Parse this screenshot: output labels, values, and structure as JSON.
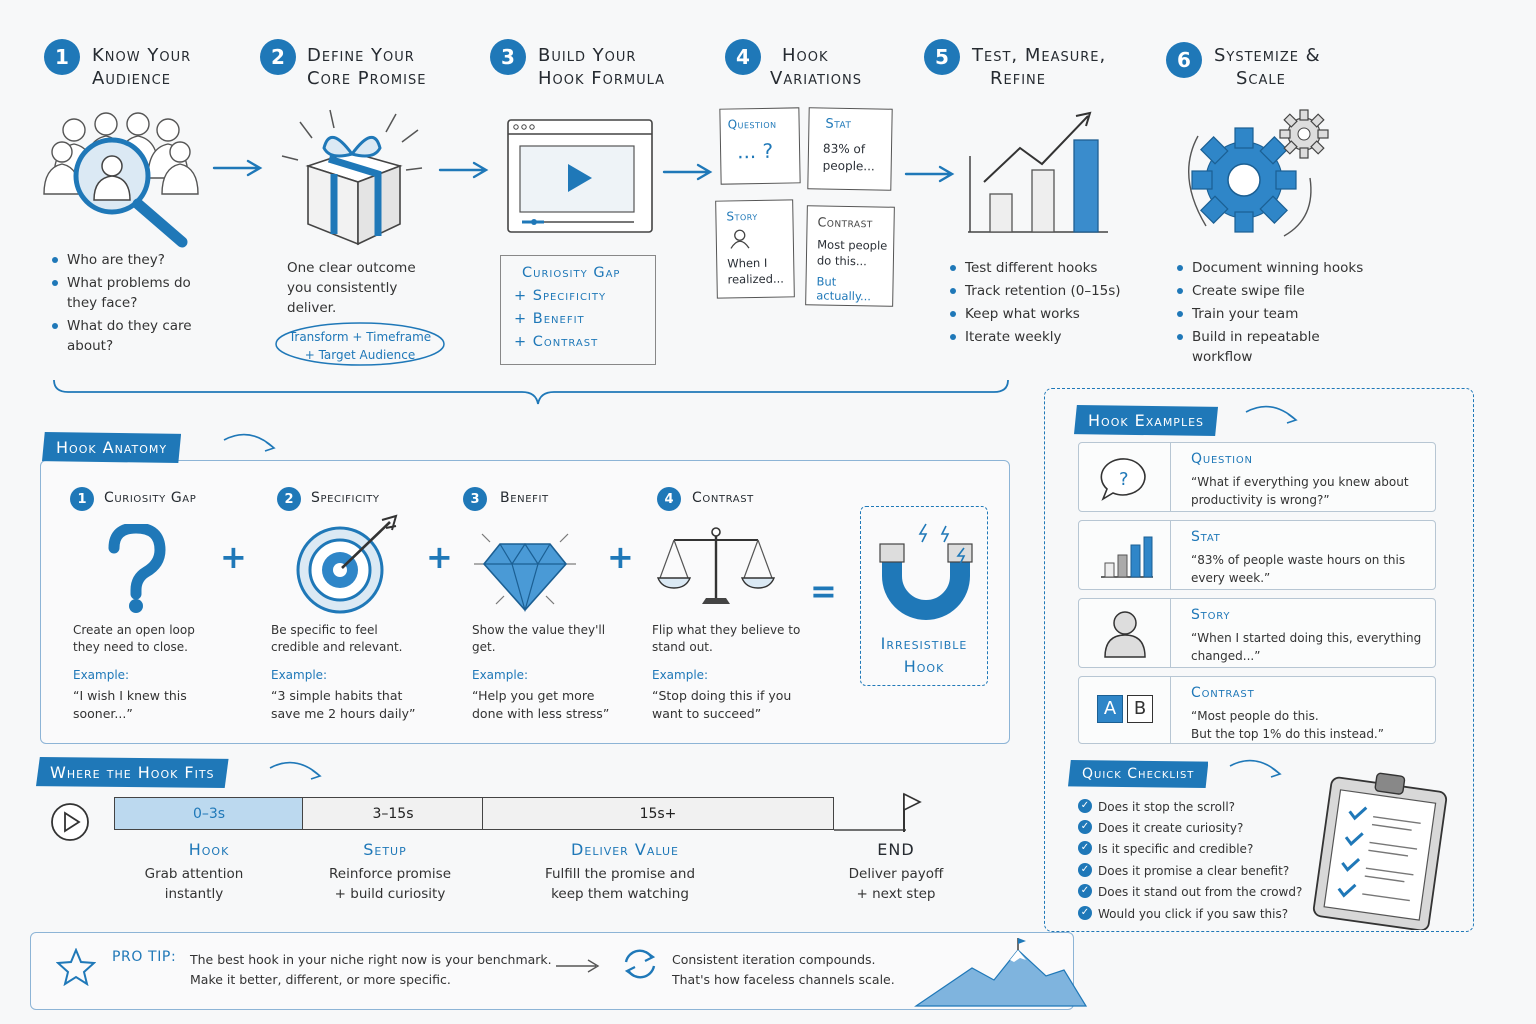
{
  "steps": [
    {
      "num": "1",
      "title_l1": "Know Your",
      "title_l2": "Audience",
      "bullets": [
        "Who are they?",
        "What problems do they face?",
        "What do they care about?"
      ]
    },
    {
      "num": "2",
      "title_l1": "Define Your",
      "title_l2": "Core Promise",
      "text": "One clear outcome you consistently deliver.",
      "formula_l1": "Transform + Timeframe",
      "formula_l2": "+ Target Audience"
    },
    {
      "num": "3",
      "title_l1": "Build Your",
      "title_l2": "Hook Formula",
      "formula": [
        "Curiosity Gap",
        "+ Specificity",
        "+ Benefit",
        "+ Contrast"
      ]
    },
    {
      "num": "4",
      "title_l1": "Hook",
      "title_l2": "Variations",
      "notes": [
        {
          "label": "Question",
          "text": "... ?"
        },
        {
          "label": "Stat",
          "text": "83% of people..."
        },
        {
          "label": "Story",
          "text": "When I realized..."
        },
        {
          "label": "Contrast",
          "text": "Most people do this...",
          "text2": "But actually..."
        }
      ]
    },
    {
      "num": "5",
      "title_l1": "Test, Measure,",
      "title_l2": "Refine",
      "bullets": [
        "Test different hooks",
        "Track retention (0–15s)",
        "Keep what works",
        "Iterate weekly"
      ]
    },
    {
      "num": "6",
      "title_l1": "Systemize &",
      "title_l2": "Scale",
      "bullets": [
        "Document winning hooks",
        "Create swipe file",
        "Train your team",
        "Build in repeatable workflow"
      ]
    }
  ],
  "anatomy": {
    "banner": "Hook Anatomy",
    "parts": [
      {
        "num": "1",
        "title": "Curiosity Gap",
        "text": "Create an open loop they need to close.",
        "example_label": "Example:",
        "example": "“I wish I knew this sooner...”"
      },
      {
        "num": "2",
        "title": "Specificity",
        "text": "Be specific to feel credible and relevant.",
        "example_label": "Example:",
        "example": "“3 simple habits that save me 2 hours daily”"
      },
      {
        "num": "3",
        "title": "Benefit",
        "text": "Show the value they'll get.",
        "example_label": "Example:",
        "example": "“Help you get more done with less stress”"
      },
      {
        "num": "4",
        "title": "Contrast",
        "text": "Flip what they believe to stand out.",
        "example_label": "Example:",
        "example": "“Stop doing this if you want to succeed”"
      }
    ],
    "plus": "+",
    "equals": "=",
    "result_l1": "Irresistible",
    "result_l2": "Hook"
  },
  "timeline": {
    "banner": "Where the Hook Fits",
    "segments": [
      {
        "range": "0–3s",
        "head": "Hook",
        "sub_l1": "Grab attention",
        "sub_l2": "instantly"
      },
      {
        "range": "3–15s",
        "head": "Setup",
        "sub_l1": "Reinforce promise",
        "sub_l2": "+ build curiosity"
      },
      {
        "range": "15s+",
        "head": "Deliver Value",
        "sub_l1": "Fulfill the promise and",
        "sub_l2": "keep them watching"
      }
    ],
    "end_head": "END",
    "end_sub_l1": "Deliver payoff",
    "end_sub_l2": "+ next step"
  },
  "examples": {
    "banner": "Hook Examples",
    "items": [
      {
        "label": "Question",
        "text": "“What if everything you knew about productivity is wrong?”"
      },
      {
        "label": "Stat",
        "text": "“83% of people waste hours on this every week.”"
      },
      {
        "label": "Story",
        "text": "“When I started doing this, everything changed...”"
      },
      {
        "label": "Contrast",
        "text_l1": "“Most people do this.",
        "text_l2": "But the top 1% do this instead.”",
        "icon_a": "A",
        "icon_b": "B"
      }
    ]
  },
  "checklist": {
    "banner": "Quick Checklist",
    "items": [
      "Does it stop the scroll?",
      "Does it create curiosity?",
      "Is it specific and credible?",
      "Does it promise a clear benefit?",
      "Does it stand out from the crowd?",
      "Would you click if you saw this?"
    ]
  },
  "pro_tip": {
    "label": "PRO TIP:",
    "text_l1": "The best hook in your niche right now is your benchmark.",
    "text_l2": "Make it better, different, or more specific.",
    "right_l1": "Consistent iteration compounds.",
    "right_l2": "That's how faceless channels scale."
  },
  "colors": {
    "accent": "#1f78b8",
    "ink": "#262b31"
  }
}
